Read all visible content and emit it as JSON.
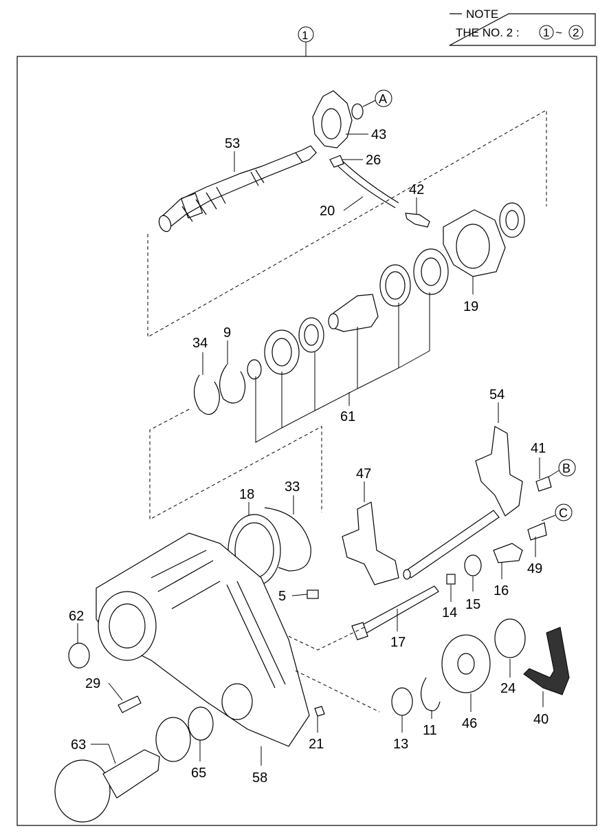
{
  "note": {
    "title": "NOTE",
    "text_prefix": "THE NO. 2 : ",
    "range_start": "1",
    "range_sep": "~",
    "range_end": "2"
  },
  "assembly_callout": "1",
  "letter_markers": [
    "A",
    "B",
    "C"
  ],
  "part_labels": [
    "53",
    "43",
    "26",
    "42",
    "20",
    "19",
    "34",
    "9",
    "61",
    "54",
    "41",
    "47",
    "18",
    "33",
    "49",
    "5",
    "16",
    "15",
    "14",
    "62",
    "17",
    "29",
    "24",
    "40",
    "46",
    "11",
    "13",
    "21",
    "63",
    "65",
    "58"
  ]
}
